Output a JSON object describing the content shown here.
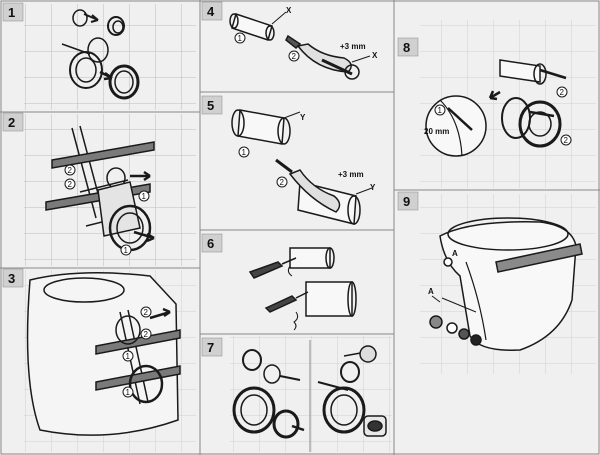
{
  "steps": [
    {
      "n": "1"
    },
    {
      "n": "2"
    },
    {
      "n": "3"
    },
    {
      "n": "4"
    },
    {
      "n": "5"
    },
    {
      "n": "6"
    },
    {
      "n": "7"
    },
    {
      "n": "8"
    },
    {
      "n": "9"
    }
  ],
  "labels": {
    "s2": [
      "2",
      "2",
      "1",
      "1"
    ],
    "s3": [
      "2",
      "2",
      "1",
      "1"
    ],
    "s4": {
      "c1": "1",
      "c2": "2",
      "x1": "X",
      "x2": "X",
      "gap": "+3 mm"
    },
    "s5": {
      "c1": "1",
      "c2": "2",
      "y1": "Y",
      "y2": "Y",
      "gap": "+3 mm"
    },
    "s8": {
      "c1": "1",
      "c2a": "2",
      "c2b": "2",
      "dist": "20 mm"
    },
    "s9": {
      "a1": "A",
      "a2": "A"
    }
  },
  "colors": {
    "line": "#1a1a1a",
    "panel": "#f0f0f0",
    "tile": "#bdbdbd",
    "number_box": "#d0d0d0"
  }
}
